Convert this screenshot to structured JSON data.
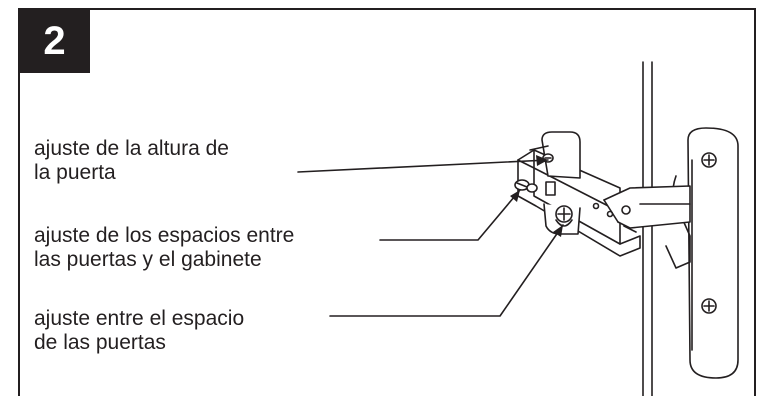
{
  "step": {
    "number": "2"
  },
  "callouts": [
    {
      "line1": "ajuste de la altura de",
      "line2": "la puerta"
    },
    {
      "line1": "ajuste de los espacios entre",
      "line2": "las puertas y el gabinete"
    },
    {
      "line1": "ajuste entre el espacio",
      "line2": "de las puertas"
    }
  ],
  "colors": {
    "ink": "#231f20",
    "background": "#ffffff",
    "badge_text": "#ffffff"
  }
}
